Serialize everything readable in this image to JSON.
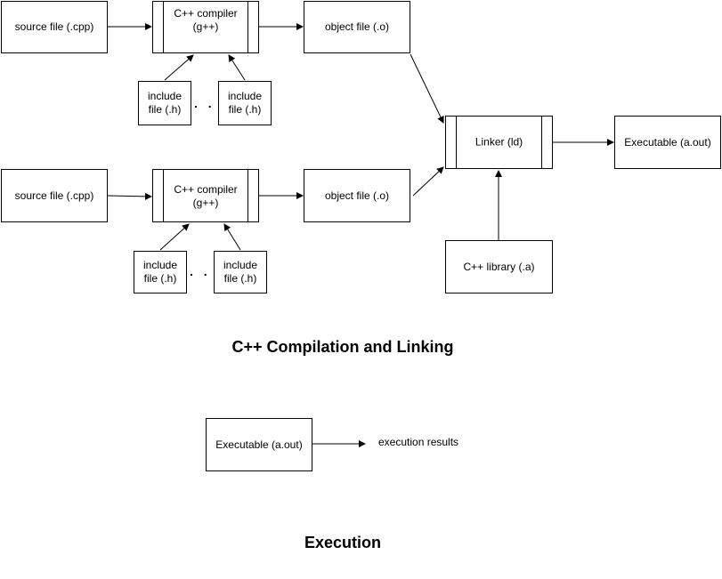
{
  "diagram": {
    "nodes": {
      "source1": "source file (.cpp)",
      "compiler1": "C++ compiler\n(g++)",
      "object1": "object file (.o)",
      "include1a": "include\nfile (.h)",
      "include1b": "include\nfile (.h)",
      "source2": "source file (.cpp)",
      "compiler2": "C++ compiler\n(g++)",
      "object2": "object file (.o)",
      "include2a": "include\nfile (.h)",
      "include2b": "include\nfile (.h)",
      "linker": "Linker (ld)",
      "executable": "Executable (a.out)",
      "library": "C++ library (.a)",
      "exec_input": "Executable (a.out)"
    },
    "ellipsis": ". . . .",
    "execution_results": "execution results"
  },
  "titles": {
    "compilation": "C++ Compilation and Linking",
    "execution": "Execution"
  }
}
